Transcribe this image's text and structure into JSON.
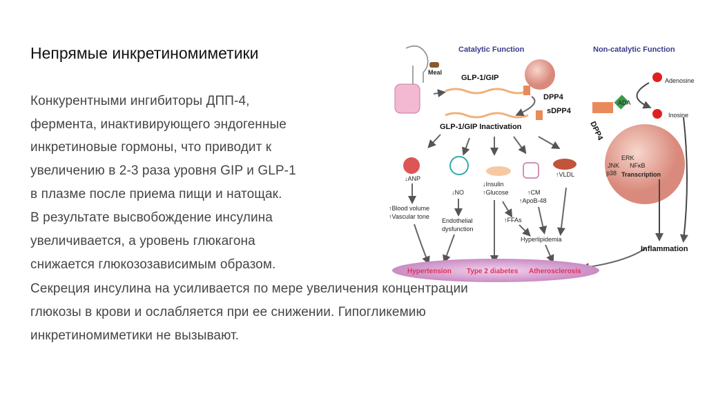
{
  "slide": {
    "title": "Непрямые инкретиномиметики",
    "body_lines": [
      "Конкурентными ингибиторы ДПП-4,",
      "фермента, инактивирующего эндогенные",
      "инкретиновые гормоны, что приводит к",
      "увеличению в 2-3 раза уровня GIP и GLP-1",
      "в плазме после приема пищи и натощак.",
      "В результате высвобождение инсулина",
      "увеличивается, а уровень глюкагона",
      "снижается глюкозозависимым образом.",
      "Секреция инсулина на усиливается по мере увеличения концентрации",
      "глюкозы в крови и ослабляется при ее снижении. Гипогликемию",
      "инкретиномиметики не вызывают."
    ]
  },
  "diagram": {
    "catalytic_header": "Catalytic Function",
    "noncatalytic_header": "Non-catalytic Function",
    "meal": "Meal",
    "glp": "GLP-1/GIP",
    "dpp4": "DPP4",
    "sdpp4": "sDPP4",
    "inactivation": "GLP-1/GIP Inactivation",
    "adenosine": "Adenosine",
    "inosine": "Inosine",
    "ada": "ADA",
    "dpp4_membrane": "DPP4",
    "erk": "ERK",
    "jnk": "JNK",
    "nfkb": "NFκB",
    "p38": "p38",
    "transcription": "Transcription",
    "anp": "↓ANP",
    "no": "↓NO",
    "insulin": "↓Insulin",
    "glucose": "↑Glucose",
    "cm": "↑CM",
    "apob": "↑ApoB-48",
    "vldl": "↑VLDL",
    "blood_volume": "↑Blood volume",
    "vascular_tone": "↑Vascular tone",
    "endothelial": "Endothelial",
    "dysfunction": "dysfunction",
    "ffas": "↑FFAs",
    "hyperlipidemia": "Hyperlipidemia",
    "inflammation": "Inflammation",
    "hypertension": "Hypertension",
    "t2d": "Type 2 diabetes",
    "atherosclerosis": "Atherosclerosis"
  }
}
